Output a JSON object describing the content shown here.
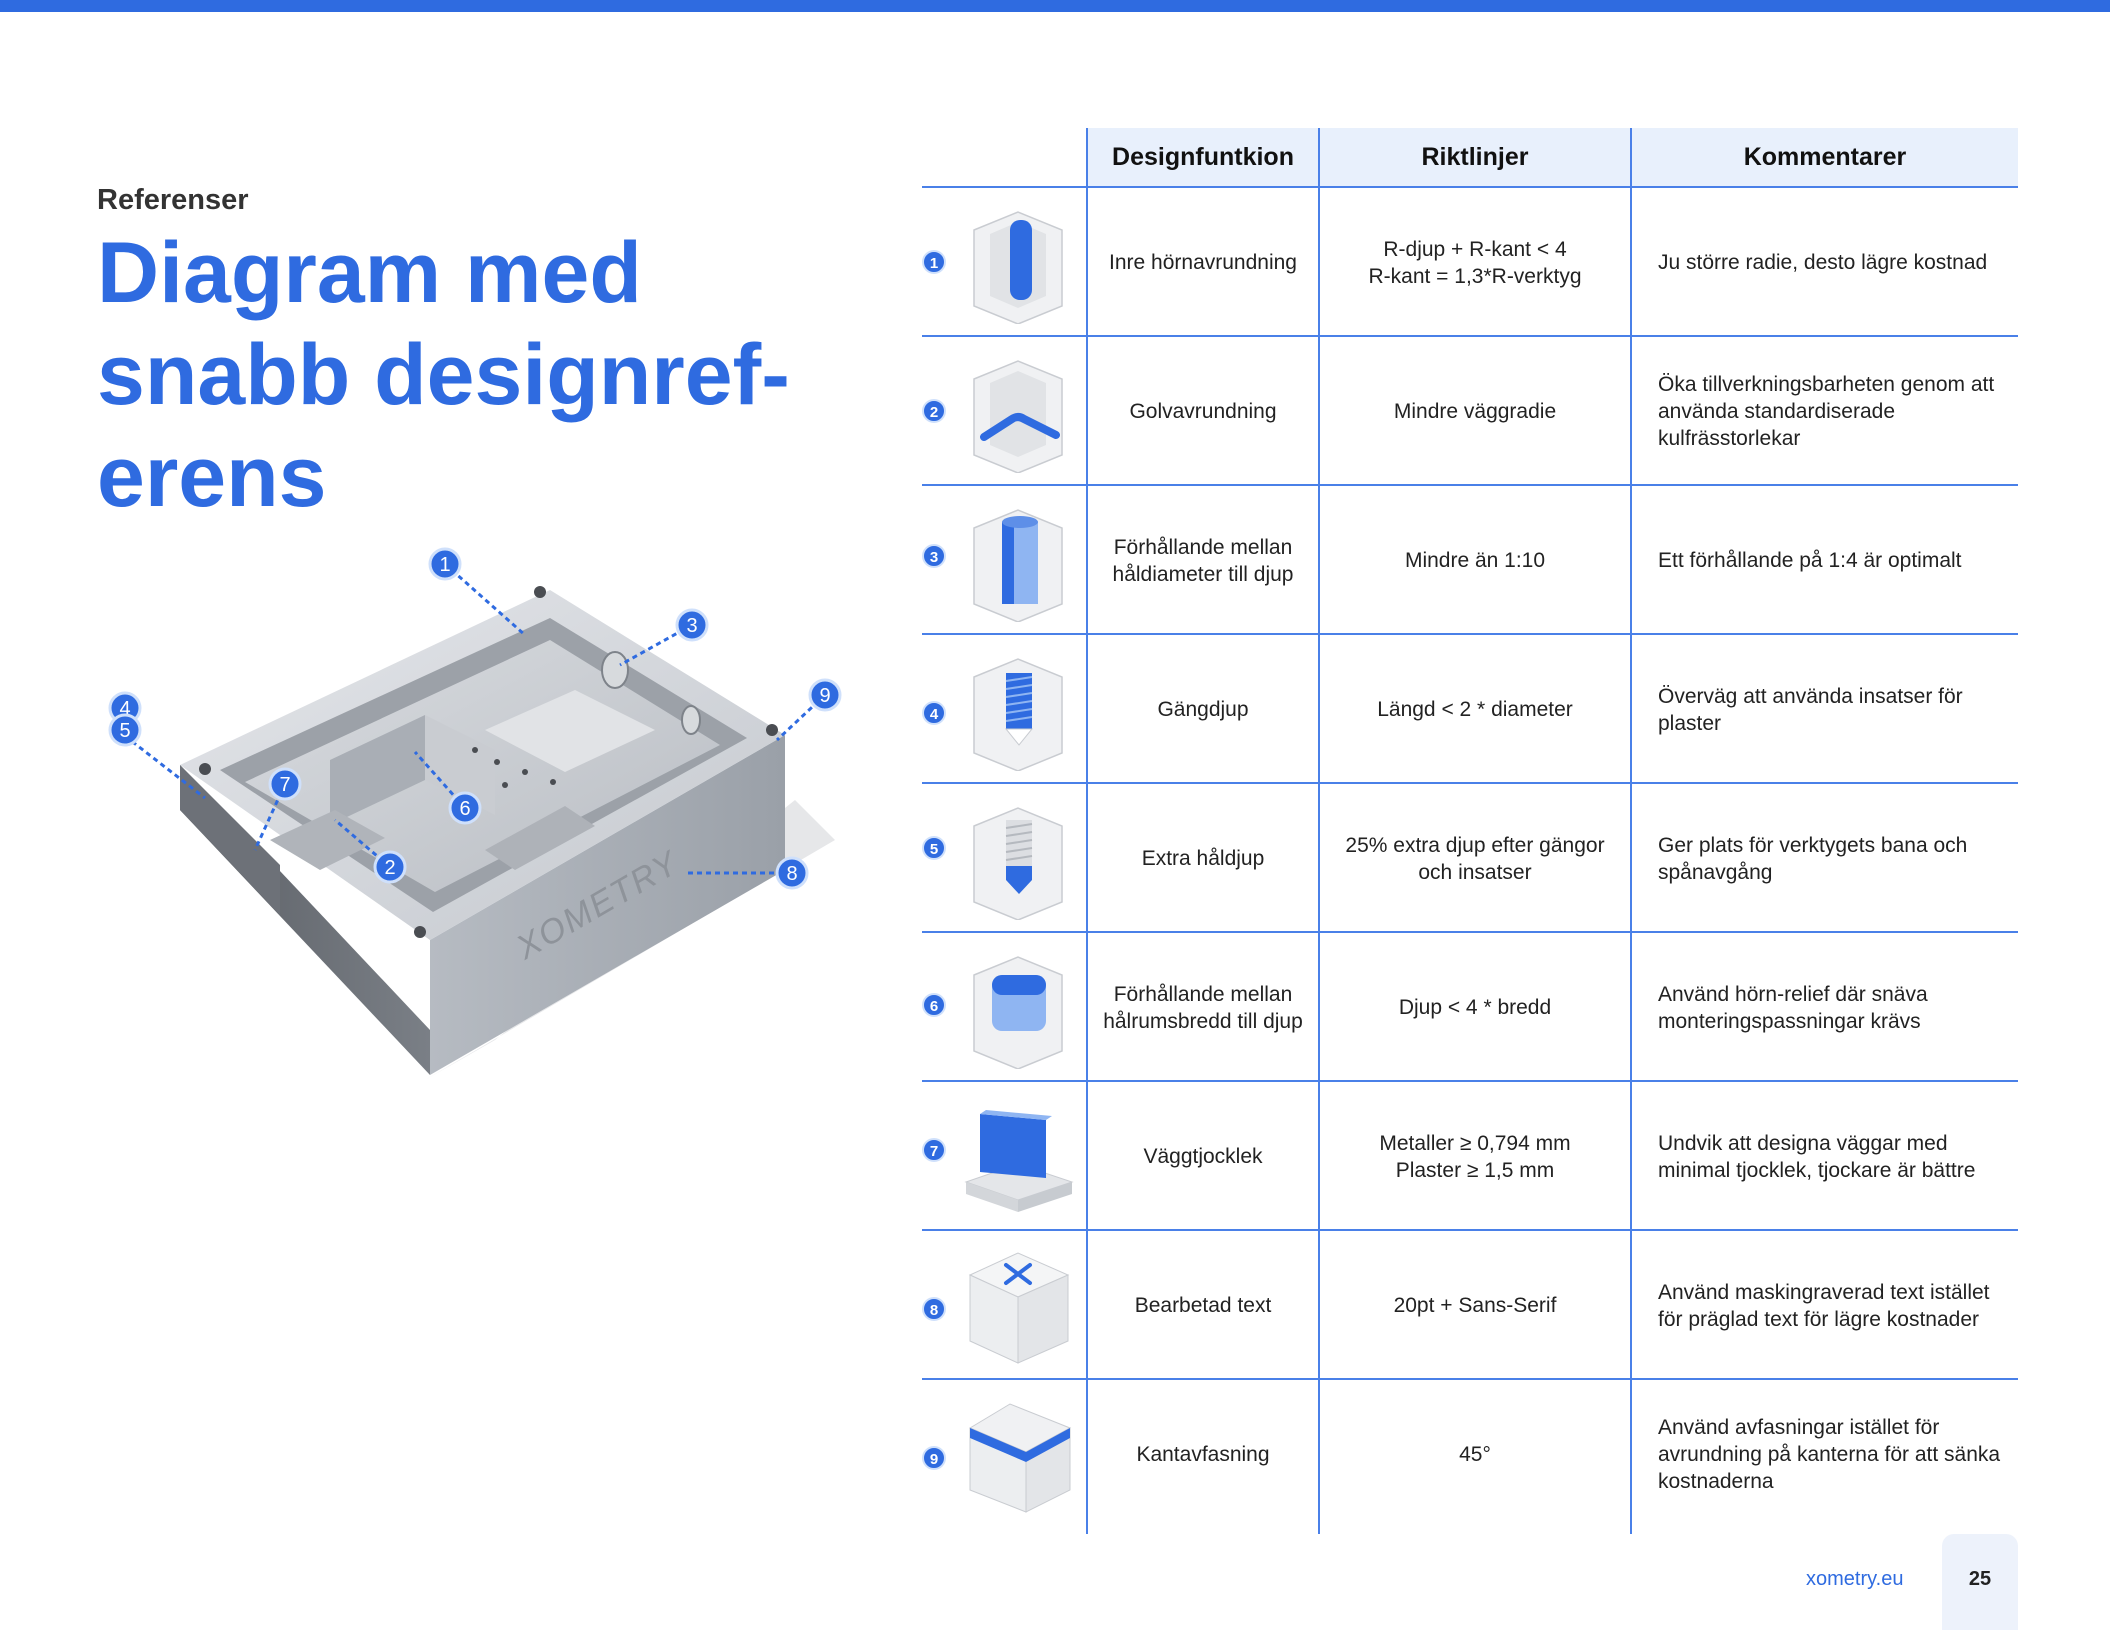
{
  "header": {
    "kicker": "Referenser",
    "title": "Diagram med snabb designref-erens"
  },
  "illustration": {
    "brand_text": "XOMETRY",
    "callouts": [
      "1",
      "2",
      "3",
      "4",
      "5",
      "6",
      "7",
      "8",
      "9"
    ]
  },
  "table": {
    "headers": [
      "Designfuntkion",
      "Riktlinjer",
      "Kommentarer"
    ],
    "rows": [
      {
        "num": "1",
        "icon": "inner-corner-fillet-icon",
        "function": "Inre hörnavrundning",
        "guideline": "R-djup + R-kant < 4\nR-kant = 1,3*R-verktyg",
        "comment": "Ju större radie, desto lägre kostnad"
      },
      {
        "num": "2",
        "icon": "floor-fillet-icon",
        "function": "Golvavrundning",
        "guideline": "Mindre väggradie",
        "comment": "Öka tillverkningsbarheten genom att använda standardiserade kulfrässtorlekar"
      },
      {
        "num": "3",
        "icon": "hole-depth-ratio-icon",
        "function": "Förhållande mellan håldiameter till djup",
        "guideline": "Mindre än 1:10",
        "comment": "Ett förhållande på 1:4 är optimalt"
      },
      {
        "num": "4",
        "icon": "thread-depth-icon",
        "function": "Gängdjup",
        "guideline": "Längd < 2 * diameter",
        "comment": "Överväg att använda insatser för plaster"
      },
      {
        "num": "5",
        "icon": "extra-hole-depth-icon",
        "function": "Extra håldjup",
        "guideline": "25% extra djup efter gängor och insatser",
        "comment": "Ger plats för verktygets bana och spånavgång"
      },
      {
        "num": "6",
        "icon": "cavity-ratio-icon",
        "function": "Förhållande mellan hålrumsbredd till djup",
        "guideline": "Djup < 4 * bredd",
        "comment": "Använd hörn-relief där snäva monteringspassningar krävs"
      },
      {
        "num": "7",
        "icon": "wall-thickness-icon",
        "function": "Väggtjocklek",
        "guideline": "Metaller ≥ 0,794 mm\nPlaster ≥ 1,5 mm",
        "comment": "Undvik att designa väggar med minimal tjocklek, tjockare är bättre"
      },
      {
        "num": "8",
        "icon": "machined-text-icon",
        "function": "Bearbetad text",
        "guideline": "20pt + Sans-Serif",
        "comment": "Använd maskingraverad text istället för präglad text för lägre kostnader"
      },
      {
        "num": "9",
        "icon": "edge-chamfer-icon",
        "function": "Kantavfasning",
        "guideline": "45°",
        "comment": "Använd avfasningar istället för avrundning på kanterna för att sänka kostnaderna"
      }
    ]
  },
  "footer": {
    "link": "xometry.eu",
    "page": "25"
  },
  "colors": {
    "accent": "#2f6be0",
    "header_bg": "#e8f0fc",
    "rule": "#4a80e8"
  }
}
